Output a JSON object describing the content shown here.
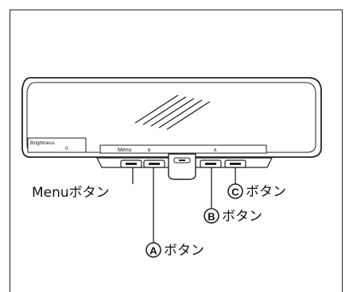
{
  "display": {
    "brightness_label": "Brightness",
    "brightness_value": "0",
    "menu_bar": {
      "menu": "Menu",
      "down": "∨",
      "up": "∧"
    }
  },
  "callouts": {
    "menu_button": "Menuボタン",
    "a_letter": "A",
    "a_button": "ボタン",
    "b_letter": "B",
    "b_button": "ボタン",
    "c_letter": "C",
    "c_button": "ボタン"
  }
}
